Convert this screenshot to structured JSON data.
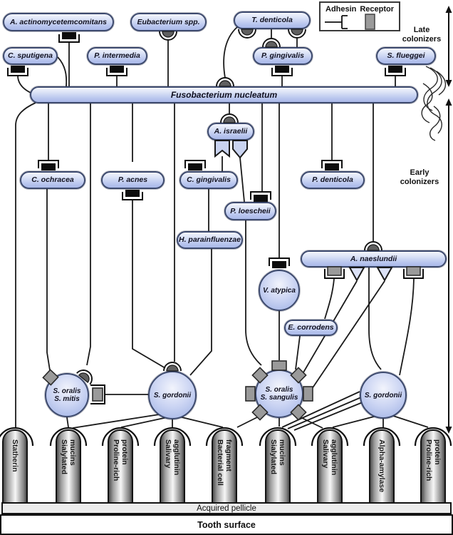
{
  "legend": {
    "adhesin": "Adhesin",
    "receptor": "Receptor"
  },
  "annotations": {
    "late": "Late colonizers",
    "early": "Early colonizers"
  },
  "nodes": {
    "a_actinomycetemcomitans": "A. actinomycetemcomitans",
    "eubacterium": "Eubacterium spp.",
    "t_denticola": "T. denticola",
    "c_sputigena": "C. sputigena",
    "p_intermedia": "P. intermedia",
    "p_gingivalis": "P. gingivalis",
    "s_flueggei": "S. flueggei",
    "f_nucleatum": "Fusobacterium nucleatum",
    "a_israelii": "A. israelii",
    "c_ochracea": "C. ochracea",
    "p_acnes": "P. acnes",
    "c_gingivalis": "C. gingivalis",
    "p_denticola": "P. denticola",
    "p_loescheii": "P. loescheii",
    "h_parainfluenzae": "H. parainfluenzae",
    "a_naeslundii": "A. naeslundii",
    "v_atypica": "V. atypica",
    "e_corrodens": "E. corrodens",
    "s_oralis_mitis_1": "S. oralis",
    "s_oralis_mitis_2": "S. mitis",
    "s_gordonii_left": "S. gordonii",
    "s_oralis_sangulis_1": "S. oralis",
    "s_oralis_sangulis_2": "S. sangulis",
    "s_gordonii_right": "S. gordonii"
  },
  "pillars": [
    "Statherin",
    "Sialylated mucins",
    "Proline-rich protein",
    "Salivary agglutinin",
    "Bacterial cell fragment",
    "Sialylated mucins",
    "Salivary agglutinin",
    "Alpha-amylase",
    "Proline-rich protein"
  ],
  "surface": {
    "pellicle": "Acquired pellicle",
    "tooth": "Tooth surface"
  },
  "colors": {
    "node_fill": "#c3cdf0",
    "node_border": "#3d4a6e",
    "receptor_gray": "#9a9a9a",
    "adhesin_black": "#111111",
    "line": "#1a1a1a"
  }
}
